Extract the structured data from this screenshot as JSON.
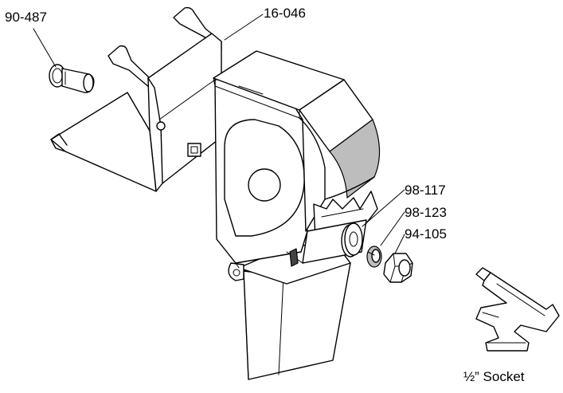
{
  "labels": {
    "bolt": "90-487",
    "bracket": "16-046",
    "flat_washer": "98-117",
    "lock_washer": "98-123",
    "nut": "94-105",
    "socket": "½” Socket"
  }
}
